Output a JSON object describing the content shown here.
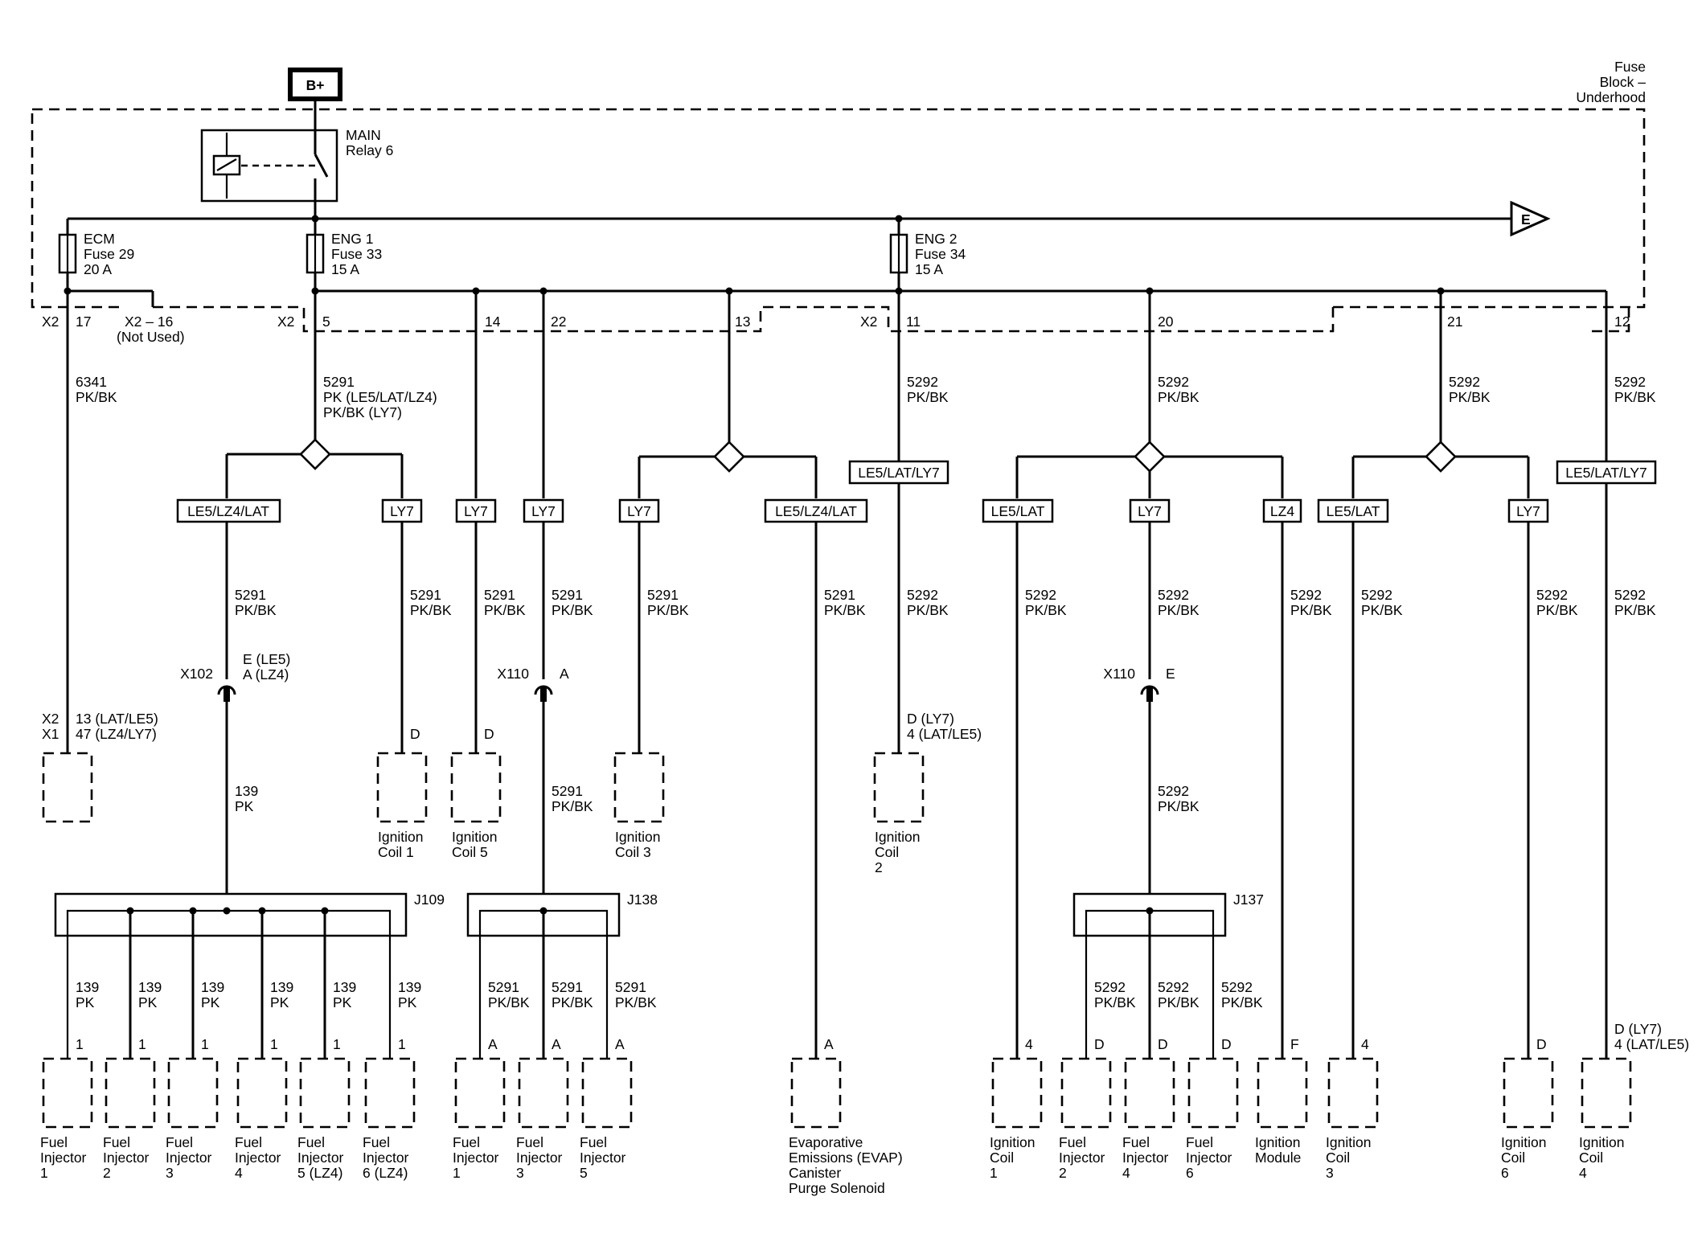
{
  "power": {
    "label": "B+"
  },
  "fuse_block": {
    "line1": "Fuse",
    "line2": "Block –",
    "line3": "Underhood"
  },
  "relay": {
    "line1": "MAIN",
    "line2": "Relay 6"
  },
  "offpage": {
    "label": "E"
  },
  "fuses": [
    {
      "line1": "ECM",
      "line2": "Fuse 29",
      "line3": "20 A"
    },
    {
      "line1": "ENG 1",
      "line2": "Fuse 33",
      "line3": "15 A"
    },
    {
      "line1": "ENG 2",
      "line2": "Fuse 34",
      "line3": "15 A"
    }
  ],
  "connector_pins": {
    "x2_a": "X2",
    "pin17": "17",
    "x2_16": "X2 – 16",
    "not_used": "(Not Used)",
    "x2_b": "X2",
    "pin5": "5",
    "pin14": "14",
    "pin22": "22",
    "pin13": "13",
    "x2_c": "X2",
    "pin11": "11",
    "pin20": "20",
    "pin21": "21",
    "pin12": "12"
  },
  "wire_labels": [
    {
      "circuit": "6341",
      "color": "PK/BK"
    },
    {
      "circuit": "5291",
      "color": "PK (LE5/LAT/LZ4)",
      "color2": "PK/BK (LY7)"
    },
    {
      "circuit": "5292",
      "color": "PK/BK"
    },
    {
      "circuit": "5292",
      "color": "PK/BK"
    },
    {
      "circuit": "5292",
      "color": "PK/BK"
    },
    {
      "circuit": "5292",
      "color": "PK/BK"
    }
  ],
  "option_tags": [
    "LE5/LZ4/LAT",
    "LY7",
    "LY7",
    "LY7",
    "LY7",
    "LE5/LZ4/LAT",
    "LE5/LAT/LY7",
    "LE5/LAT",
    "LY7",
    "LZ4",
    "LE5/LAT",
    "LY7",
    "LE5/LAT/LY7"
  ],
  "branch_labels": [
    {
      "circuit": "5291",
      "color": "PK/BK"
    },
    {
      "circuit": "5291",
      "color": "PK/BK"
    },
    {
      "circuit": "5291",
      "color": "PK/BK"
    },
    {
      "circuit": "5291",
      "color": "PK/BK"
    },
    {
      "circuit": "5291",
      "color": "PK/BK"
    },
    {
      "circuit": "5291",
      "color": "PK/BK"
    },
    {
      "circuit": "5292",
      "color": "PK/BK"
    },
    {
      "circuit": "5292",
      "color": "PK/BK"
    },
    {
      "circuit": "5292",
      "color": "PK/BK"
    },
    {
      "circuit": "5292",
      "color": "PK/BK"
    },
    {
      "circuit": "5292",
      "color": "PK/BK"
    },
    {
      "circuit": "5292",
      "color": "PK/BK"
    },
    {
      "circuit": "5292",
      "color": "PK/BK"
    }
  ],
  "inline_connectors": {
    "x102": "X102",
    "x102_pin1": "E (LE5)",
    "x102_pin2": "A (LZ4)",
    "x110a": "X110",
    "x110a_pin": "A",
    "x110b": "X110",
    "x110b_pin": "E"
  },
  "lower_wires": [
    {
      "circuit": "139",
      "color": "PK"
    },
    {
      "circuit": "5291",
      "color": "PK/BK"
    },
    {
      "circuit": "5292",
      "color": "PK/BK"
    }
  ],
  "splices": {
    "j109": "J109",
    "j138": "J138",
    "j137": "J137"
  },
  "upper_components": [
    {
      "pin": "13 (LAT/LE5)",
      "pin2": "47 (LZ4/LY7)",
      "conn1": "X2",
      "conn2": "X1",
      "name": []
    },
    {
      "pin": "D",
      "name": [
        "Ignition",
        "Coil 1"
      ]
    },
    {
      "pin": "D",
      "name": [
        "Ignition",
        "Coil 5"
      ]
    },
    {
      "pin": "",
      "name": [
        "Ignition",
        "Coil 3"
      ]
    },
    {
      "pin": "D (LY7)",
      "pin2": "4 (LAT/LE5)",
      "name": [
        "Ignition",
        "Coil",
        "2"
      ]
    }
  ],
  "j109_wires": [
    {
      "circuit": "139",
      "color": "PK",
      "pin": "1",
      "name": [
        "Fuel",
        "Injector",
        "1"
      ]
    },
    {
      "circuit": "139",
      "color": "PK",
      "pin": "1",
      "name": [
        "Fuel",
        "Injector",
        "2"
      ]
    },
    {
      "circuit": "139",
      "color": "PK",
      "pin": "1",
      "name": [
        "Fuel",
        "Injector",
        "3"
      ]
    },
    {
      "circuit": "139",
      "color": "PK",
      "pin": "1",
      "name": [
        "Fuel",
        "Injector",
        "4"
      ]
    },
    {
      "circuit": "139",
      "color": "PK",
      "pin": "1",
      "name": [
        "Fuel",
        "Injector",
        "5 (LZ4)"
      ]
    },
    {
      "circuit": "139",
      "color": "PK",
      "pin": "1",
      "name": [
        "Fuel",
        "Injector",
        "6 (LZ4)"
      ]
    }
  ],
  "j138_wires": [
    {
      "circuit": "5291",
      "color": "PK/BK",
      "pin": "A",
      "name": [
        "Fuel",
        "Injector",
        "1"
      ]
    },
    {
      "circuit": "5291",
      "color": "PK/BK",
      "pin": "A",
      "name": [
        "Fuel",
        "Injector",
        "3"
      ]
    },
    {
      "circuit": "5291",
      "color": "PK/BK",
      "pin": "A",
      "name": [
        "Fuel",
        "Injector",
        "5"
      ]
    }
  ],
  "j137_wires": [
    {
      "circuit": "5292",
      "color": "PK/BK",
      "pin": "D",
      "name": [
        "Fuel",
        "Injector",
        "2"
      ]
    },
    {
      "circuit": "5292",
      "color": "PK/BK",
      "pin": "D",
      "name": [
        "Fuel",
        "Injector",
        "4"
      ]
    },
    {
      "circuit": "5292",
      "color": "PK/BK",
      "pin": "D",
      "name": [
        "Fuel",
        "Injector",
        "6"
      ]
    }
  ],
  "bottom_components": [
    {
      "pin": "A",
      "name": [
        "Evaporative",
        "Emissions (EVAP)",
        "Canister",
        "Purge Solenoid"
      ]
    },
    {
      "pin": "4",
      "name": [
        "Ignition",
        "Coil",
        "1"
      ]
    },
    {
      "pin": "F",
      "name": [
        "Ignition",
        "Module"
      ]
    },
    {
      "pin": "4",
      "name": [
        "Ignition",
        "Coil",
        "3"
      ]
    },
    {
      "pin": "D",
      "name": [
        "Ignition",
        "Coil",
        "6"
      ]
    },
    {
      "pin": "D (LY7)",
      "pin2": "4 (LAT/LE5)",
      "name": [
        "Ignition",
        "Coil",
        "4"
      ]
    }
  ]
}
